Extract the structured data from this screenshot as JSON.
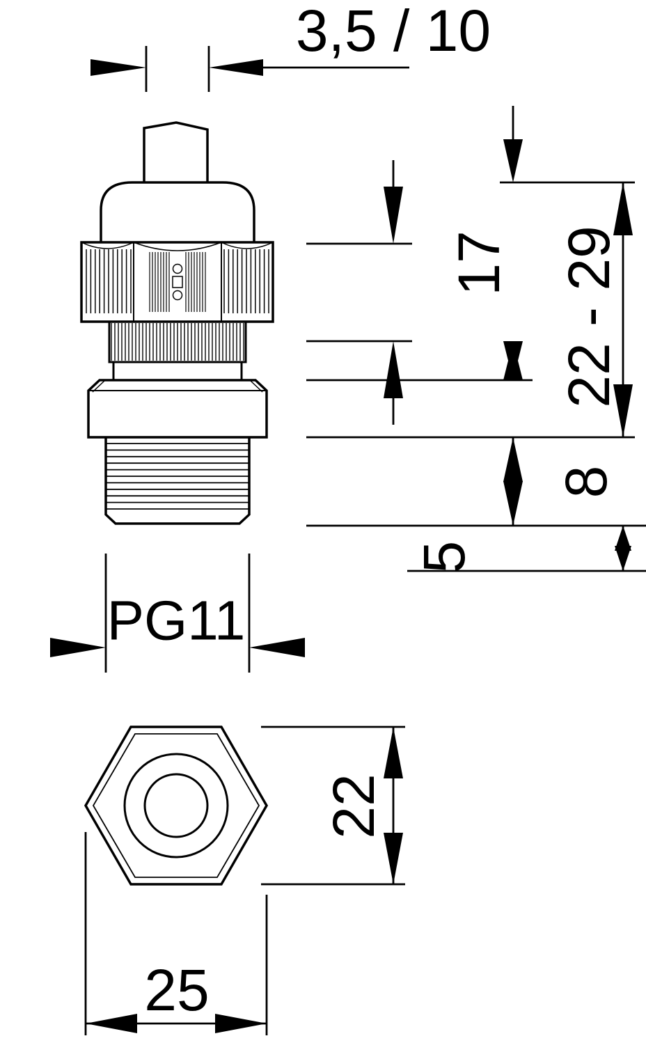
{
  "drawing": {
    "background": "#ffffff",
    "line_color": "#000000",
    "labels": {
      "cable_range": "3,5 / 10",
      "upper_height": "17",
      "height_range": "22 - 29",
      "thread_length": "8",
      "tip_length": "5",
      "thread_size": "PG11",
      "across_flats": "22",
      "across_corners": "25"
    }
  }
}
